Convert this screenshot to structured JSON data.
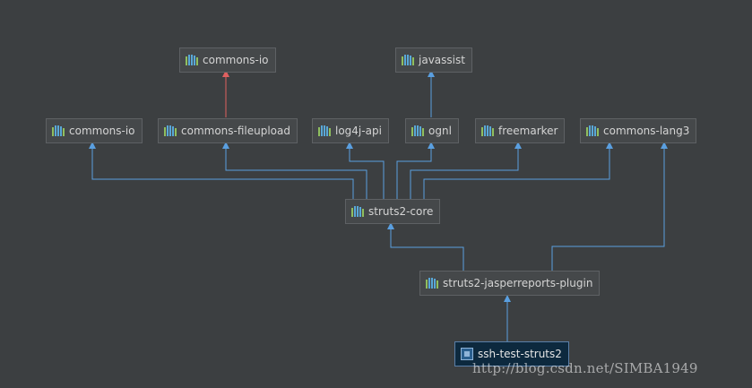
{
  "colors": {
    "background": "#3c3f41",
    "edge_dependency": "#5a9fe0",
    "edge_conflict": "#e06060",
    "node_fill": "#45484a",
    "node_border": "#5e6164",
    "root_fill": "#0d293e"
  },
  "nodes": {
    "commons_io_top": {
      "label": "commons-io",
      "icon": "library-icon"
    },
    "javassist": {
      "label": "javassist",
      "icon": "library-icon"
    },
    "commons_io": {
      "label": "commons-io",
      "icon": "library-icon"
    },
    "commons_fileupload": {
      "label": "commons-fileupload",
      "icon": "library-icon"
    },
    "log4j_api": {
      "label": "log4j-api",
      "icon": "library-icon"
    },
    "ognl": {
      "label": "ognl",
      "icon": "library-icon"
    },
    "freemarker": {
      "label": "freemarker",
      "icon": "library-icon"
    },
    "commons_lang3": {
      "label": "commons-lang3",
      "icon": "library-icon"
    },
    "struts2_core": {
      "label": "struts2-core",
      "icon": "library-icon"
    },
    "jasperreports_plugin": {
      "label": "struts2-jasperreports-plugin",
      "icon": "library-icon"
    },
    "root": {
      "label": "ssh-test-struts2",
      "icon": "module-icon"
    }
  },
  "edges": [
    {
      "from": "struts2-core",
      "to": "commons-io",
      "kind": "dependency"
    },
    {
      "from": "struts2-core",
      "to": "commons-fileupload",
      "kind": "dependency"
    },
    {
      "from": "struts2-core",
      "to": "log4j-api",
      "kind": "dependency"
    },
    {
      "from": "struts2-core",
      "to": "ognl",
      "kind": "dependency"
    },
    {
      "from": "struts2-core",
      "to": "freemarker",
      "kind": "dependency"
    },
    {
      "from": "struts2-core",
      "to": "commons-lang3",
      "kind": "dependency"
    },
    {
      "from": "commons-fileupload",
      "to": "commons-io",
      "kind": "conflict"
    },
    {
      "from": "ognl",
      "to": "javassist",
      "kind": "dependency"
    },
    {
      "from": "struts2-jasperreports-plugin",
      "to": "struts2-core",
      "kind": "dependency"
    },
    {
      "from": "struts2-jasperreports-plugin",
      "to": "commons-lang3",
      "kind": "dependency"
    },
    {
      "from": "ssh-test-struts2",
      "to": "struts2-jasperreports-plugin",
      "kind": "dependency"
    }
  ],
  "watermark": "http://blog.csdn.net/SIMBA1949"
}
